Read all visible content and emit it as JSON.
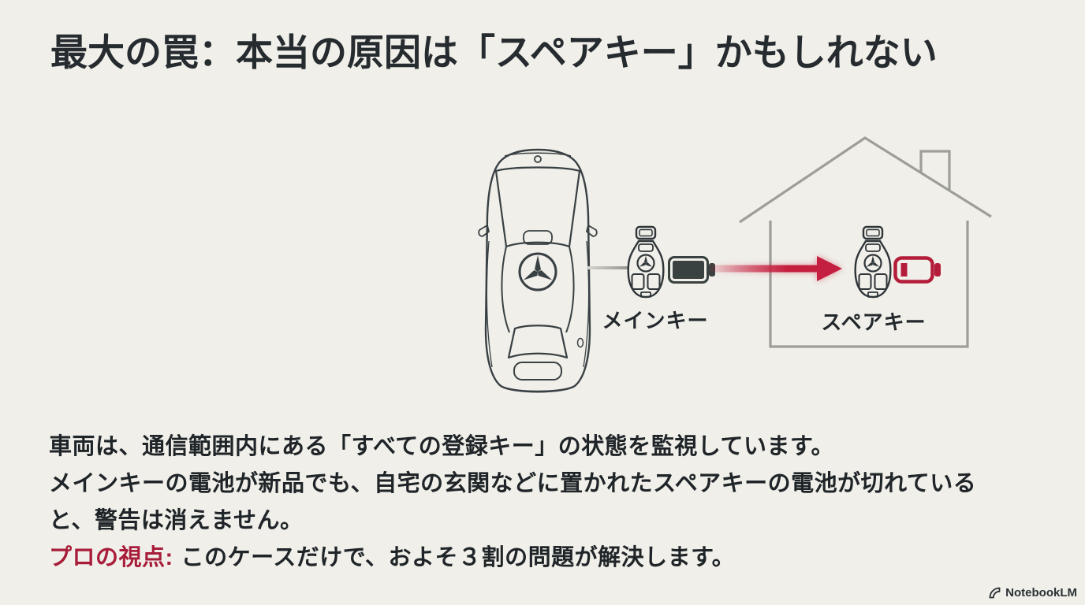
{
  "slide": {
    "title": "最大の罠：本当の原因は「スペアキー」かもしれない"
  },
  "diagram": {
    "main_key": {
      "label": "メインキー",
      "battery_state": "full"
    },
    "spare_key": {
      "label": "スペアキー",
      "battery_state": "empty"
    }
  },
  "body": {
    "line1": "車両は、通信範囲内にある「すべての登録キー」の状態を監視しています。",
    "line2": "メインキーの電池が新品でも、自宅の玄関などに置かれたスペアキーの電池が切れている",
    "line3": "と、警告は消えません。",
    "pro_label": "プロの視点:",
    "pro_text": "このケースだけで、およそ３割の問題が解決します。"
  },
  "watermark": {
    "label": "NotebookLM"
  },
  "colors": {
    "background": "#f0efe9",
    "ink": "#23282c",
    "accent_red": "#b41d3a",
    "arrow_red": "#c51f40",
    "house_gray": "#9e9e99",
    "car_outline": "#394044"
  }
}
